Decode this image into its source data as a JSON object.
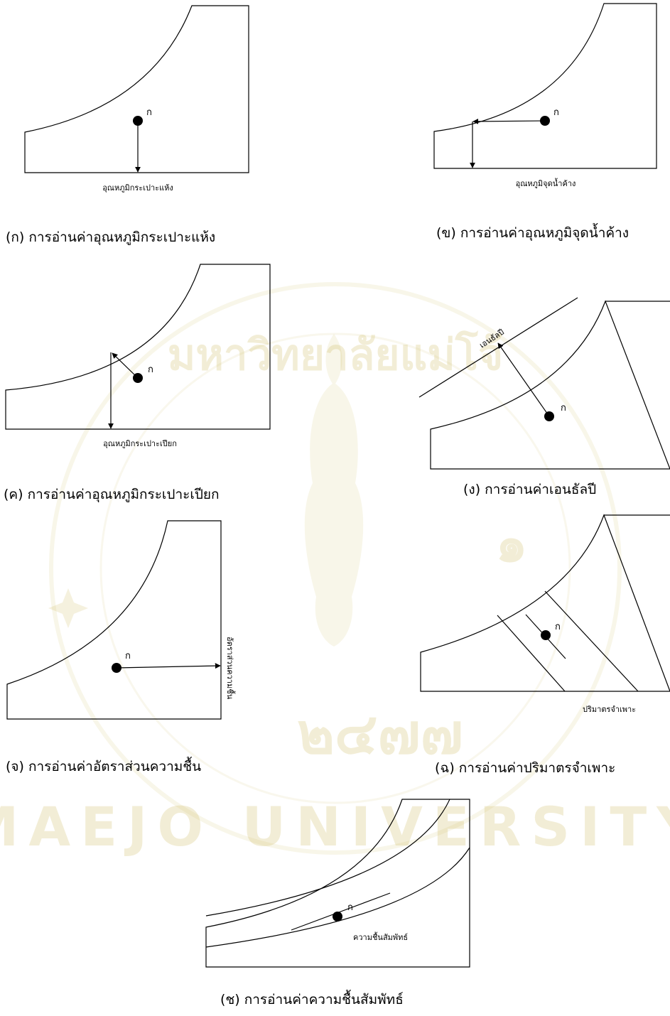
{
  "watermark": {
    "top_text": "มหาวิทยาลัยแม่โจ้",
    "year_text": "๒๔๗๗",
    "university": "MAEJO UNIVERSITY",
    "digit": "๑"
  },
  "point_label": "ก",
  "panels": {
    "a": {
      "caption": "(ก) การอ่านค่าอุณหภูมิกระเปาะแห้ง",
      "label": "อุณหภูมิกระเปาะแห้ง"
    },
    "b": {
      "caption": "(ข) การอ่านค่าอุณหภูมิจุดน้ำค้าง",
      "label": "อุณหภูมิจุดน้ำค้าง"
    },
    "c": {
      "caption": "(ค) การอ่านค่าอุณหภูมิกระเปาะเปียก",
      "label": "อุณหภูมิกระเปาะเปียก"
    },
    "d": {
      "caption": "(ง) การอ่านค่าเอนธัลปี",
      "label": "เอนธัลปี"
    },
    "e": {
      "caption": "(จ) การอ่านค่าอัตราส่วนความชื้น",
      "label": "อัตราส่วนความชื้น"
    },
    "f": {
      "caption": "(ฉ) การอ่านค่าปริมาตรจำเพาะ",
      "label": "ปริมาตรจำเพาะ"
    },
    "g": {
      "caption": "(ช) การอ่านค่าความชื้นสัมพัทธ์",
      "label": "ความชื้นสัมพัทธ์"
    }
  },
  "colors": {
    "line": "#000000",
    "watermark": "#c7b24a"
  }
}
